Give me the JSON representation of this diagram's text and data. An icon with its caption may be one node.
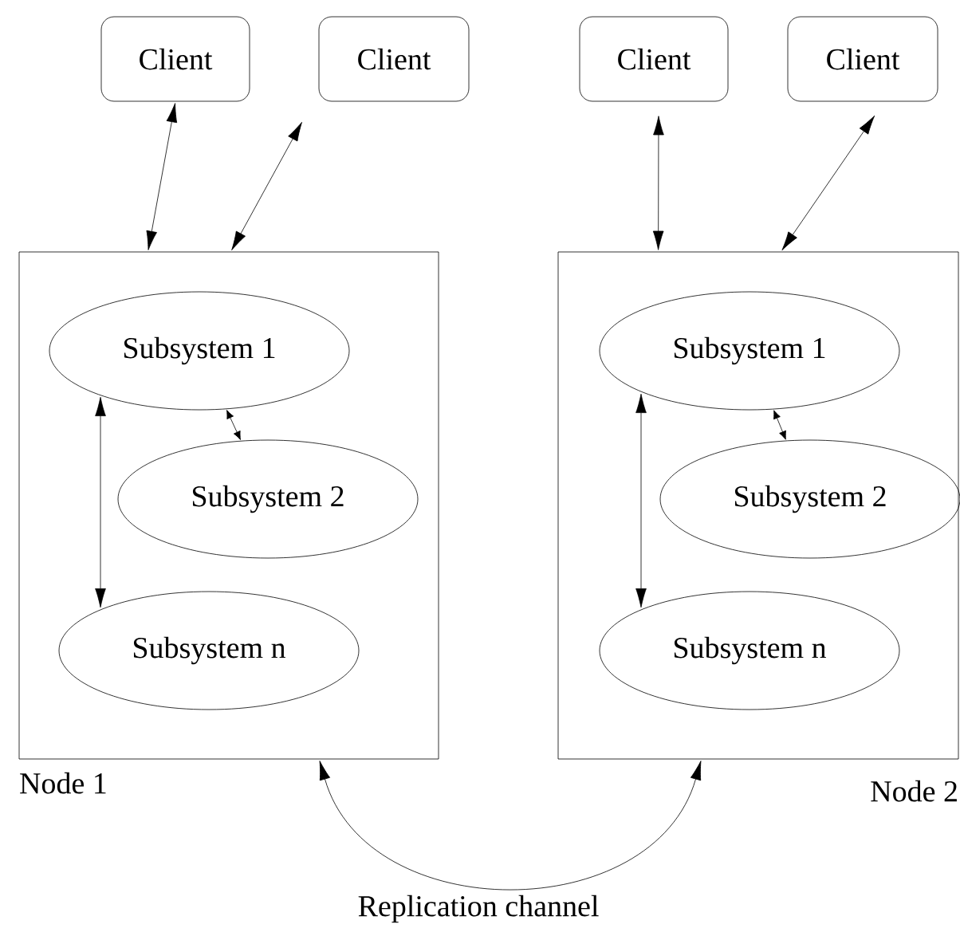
{
  "diagram": {
    "nodes": [
      {
        "text": [
          "Client"
        ]
      },
      {
        "text": [
          "Client"
        ]
      },
      {
        "text": [
          "Client"
        ]
      },
      {
        "text": [
          "Client"
        ]
      },
      {
        "text": [
          "Node 1"
        ]
      },
      {
        "text": [
          "Subsystem 1"
        ],
        "in": 4
      },
      {
        "text": [
          "Subsystem 2"
        ],
        "in": 4
      },
      {
        "text": [
          "Subsystem n"
        ],
        "in": 4
      },
      {
        "text": [
          "Node 2"
        ]
      },
      {
        "text": [
          "Subsystem 1"
        ],
        "in": 8
      },
      {
        "text": [
          "Subsystem 2"
        ],
        "in": 8
      },
      {
        "text": [
          "Subsystem n"
        ],
        "in": 8
      }
    ],
    "edges": [
      {
        "from": 0,
        "to": 4,
        "arrow": "both"
      },
      {
        "from": 1,
        "to": 4,
        "arrow": "both"
      },
      {
        "from": 2,
        "to": 8,
        "arrow": "both"
      },
      {
        "from": 3,
        "to": 8,
        "arrow": "both"
      },
      {
        "from": 5,
        "to": 6,
        "arrow": "both"
      },
      {
        "from": 5,
        "to": 7,
        "arrow": "both"
      },
      {
        "from": 9,
        "to": 10,
        "arrow": "both"
      },
      {
        "from": 9,
        "to": 11,
        "arrow": "both"
      },
      {
        "from": 4,
        "to": 8,
        "arrow": "both",
        "label": "Replication channel"
      }
    ]
  }
}
